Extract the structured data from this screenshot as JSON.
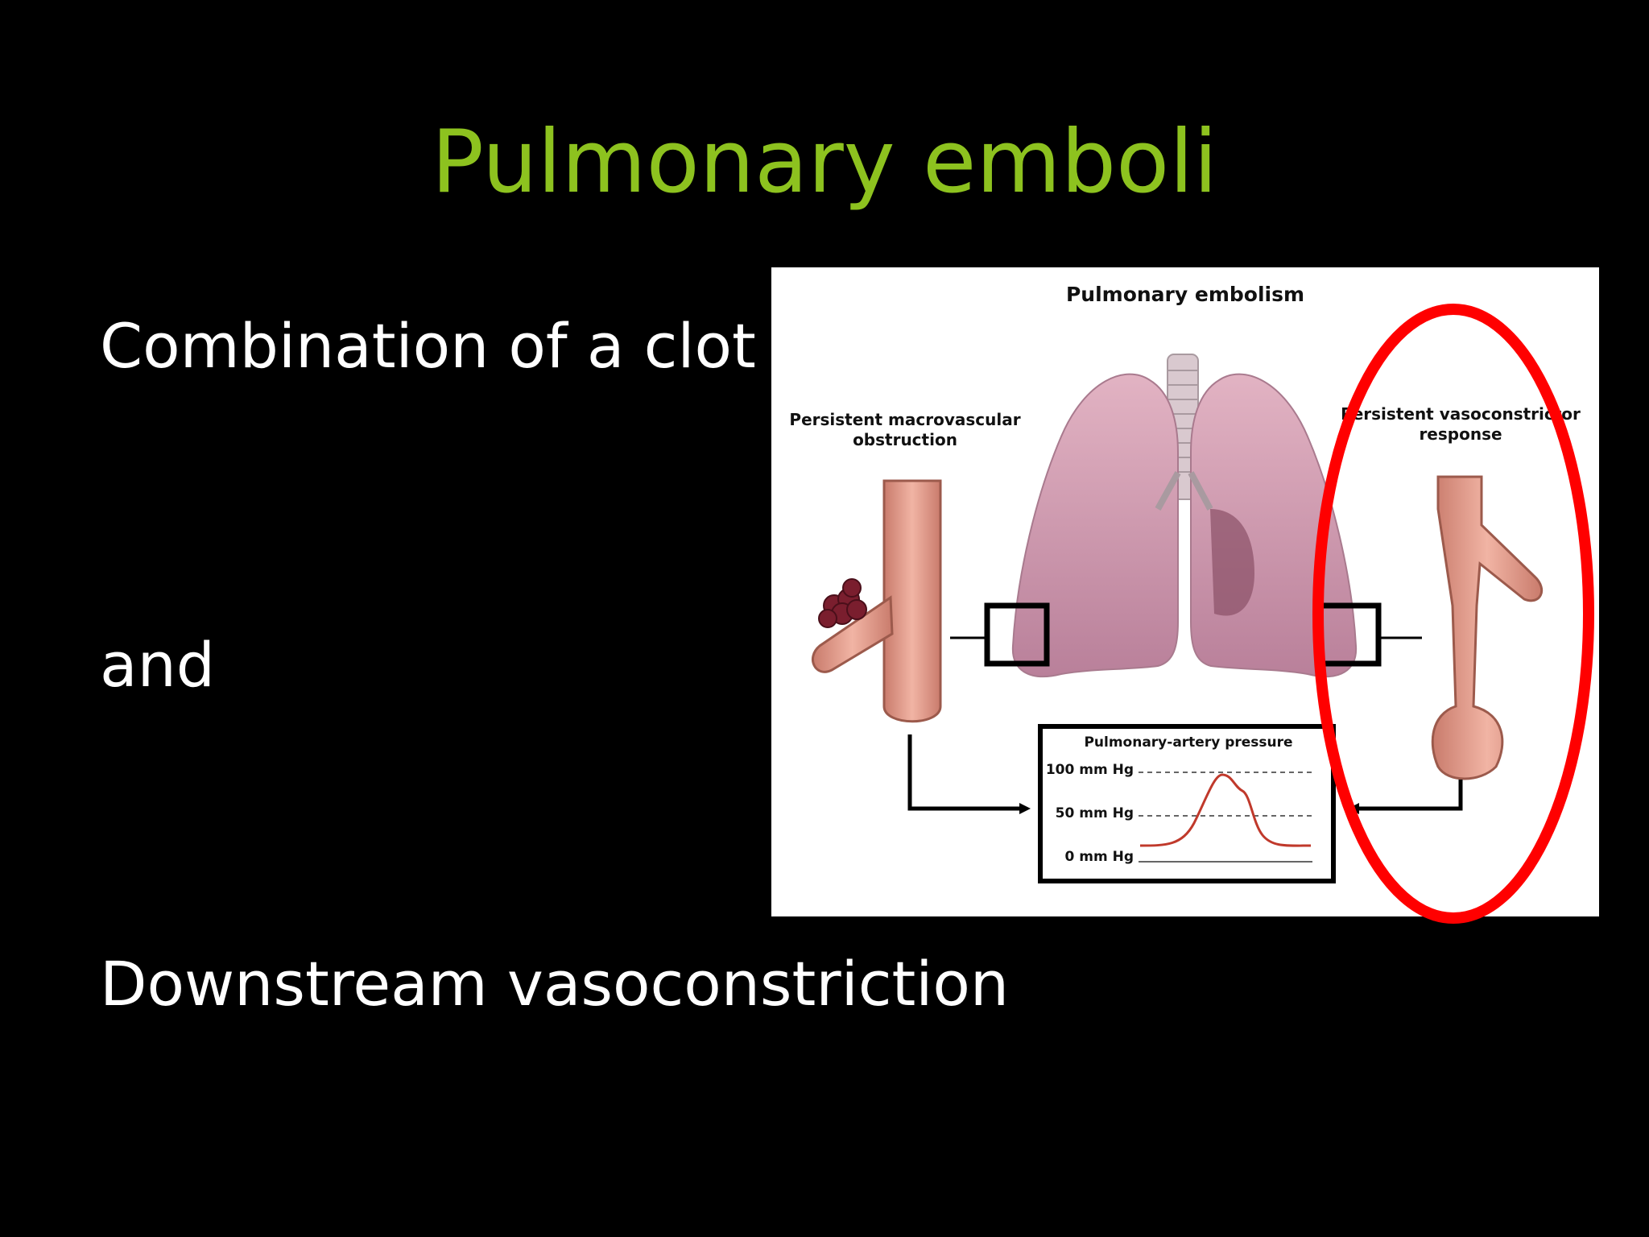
{
  "slide": {
    "title": "Pulmonary emboli",
    "bullets": [
      "Combination of a clot",
      "and",
      "Downstream vasoconstriction"
    ]
  },
  "figure": {
    "title": "Pulmonary embolism",
    "left_caption": [
      "Persistent macrovascular",
      "obstruction"
    ],
    "right_caption": [
      "Persistent vasoconstrictor",
      "response"
    ],
    "pressure_box": {
      "title": "Pulmonary-artery pressure",
      "levels": [
        "100 mm Hg",
        "50 mm Hg",
        "0 mm Hg"
      ]
    }
  },
  "colors": {
    "title": "#8dc21f",
    "body_text": "#ffffff",
    "background": "#000000",
    "highlight": "#ff0000",
    "pressure_curve": "#c0392b"
  }
}
